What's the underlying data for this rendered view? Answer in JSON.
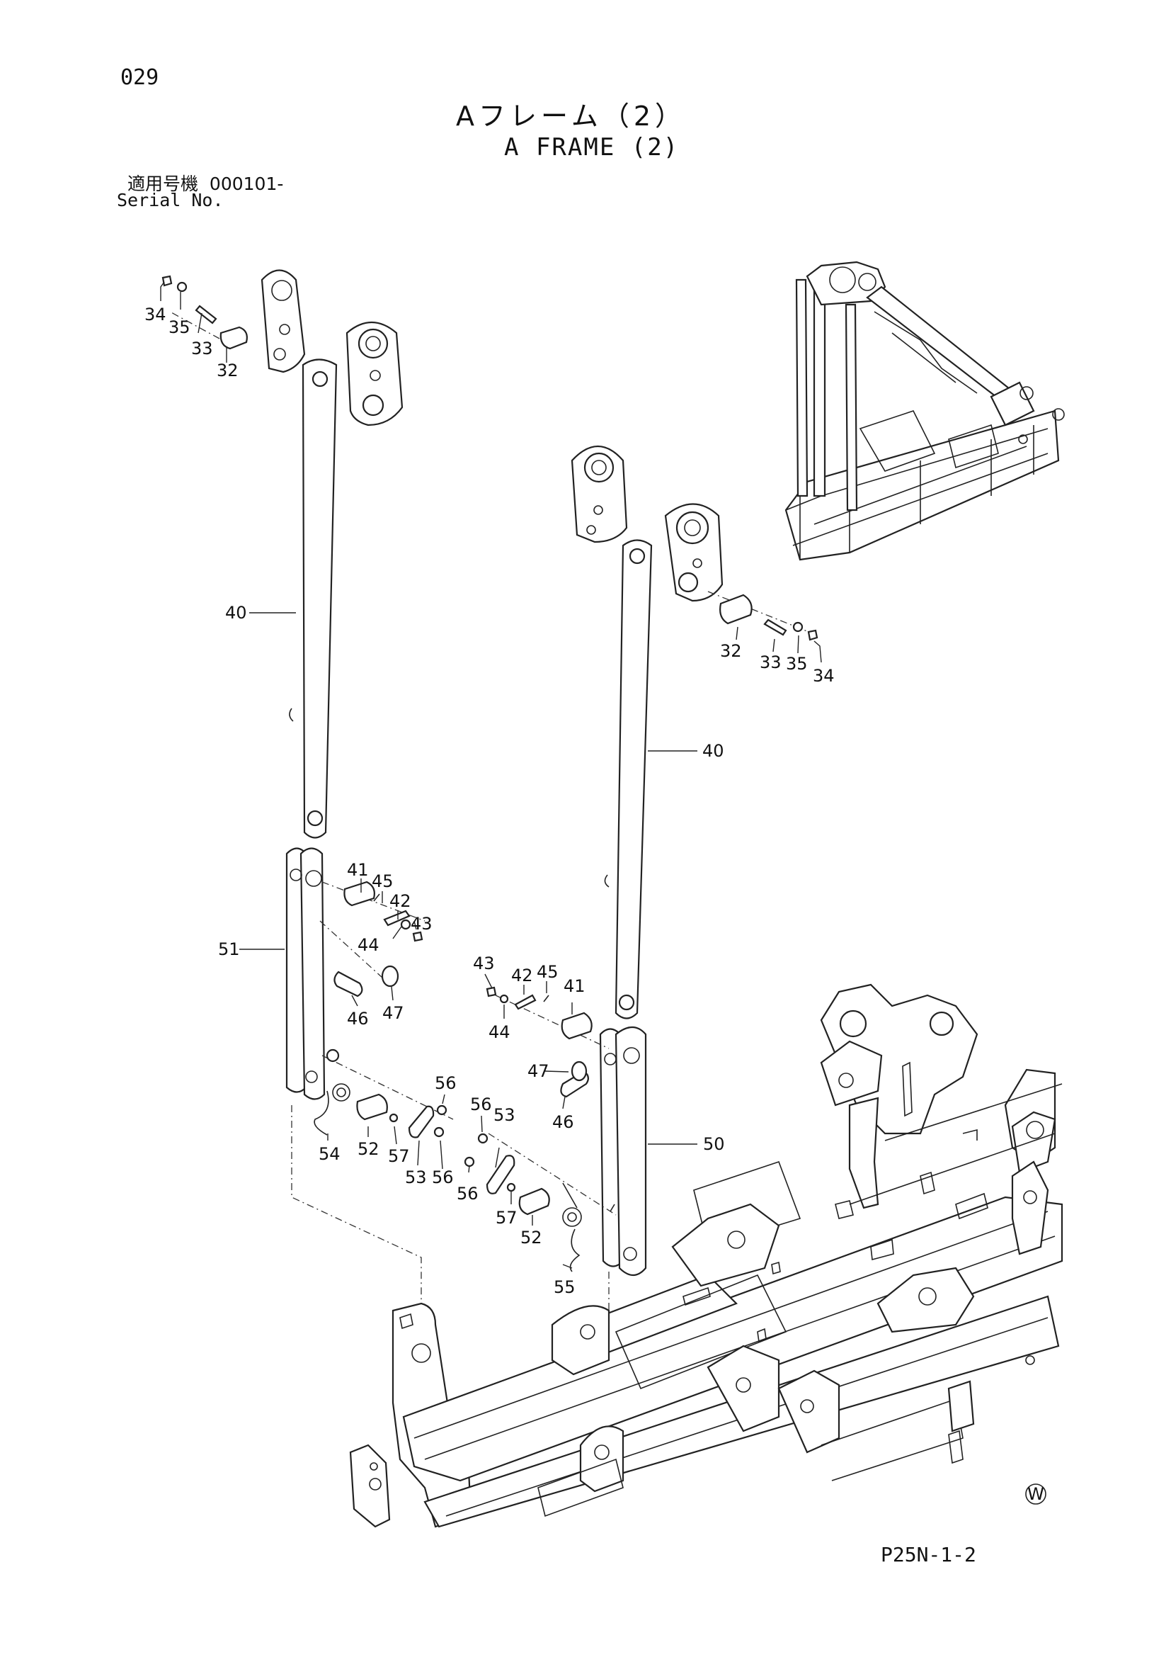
{
  "header": {
    "page_number": "029",
    "title_jp": "Aフレーム（2）",
    "title_en": "A FRAME (2)",
    "serial_label_jp": "適用号機",
    "serial_value": "000101-",
    "serial_label_en": "Serial No."
  },
  "footer": {
    "drawing_code": "P25N-1-2",
    "mark": "W"
  },
  "callouts": {
    "c34a": "34",
    "c35a": "35",
    "c33a": "33",
    "c32a": "32",
    "c40a": "40",
    "c41a": "41",
    "c45a": "45",
    "c42a": "42",
    "c43a": "43",
    "c44a": "44",
    "c51": "51",
    "c46a": "46",
    "c47a": "47",
    "c56a": "56",
    "c54": "54",
    "c52a": "52",
    "c57a": "57",
    "c53a": "53",
    "c56b": "56",
    "c32b": "32",
    "c33b": "33",
    "c35b": "35",
    "c34b": "34",
    "c40b": "40",
    "c43b": "43",
    "c42b": "42",
    "c45b": "45",
    "c41b": "41",
    "c44b": "44",
    "c47b": "47",
    "c46b": "46",
    "c56c": "56",
    "c53b": "53",
    "c50": "50",
    "c56d": "56",
    "c57b": "57",
    "c52b": "52",
    "c55": "55"
  }
}
